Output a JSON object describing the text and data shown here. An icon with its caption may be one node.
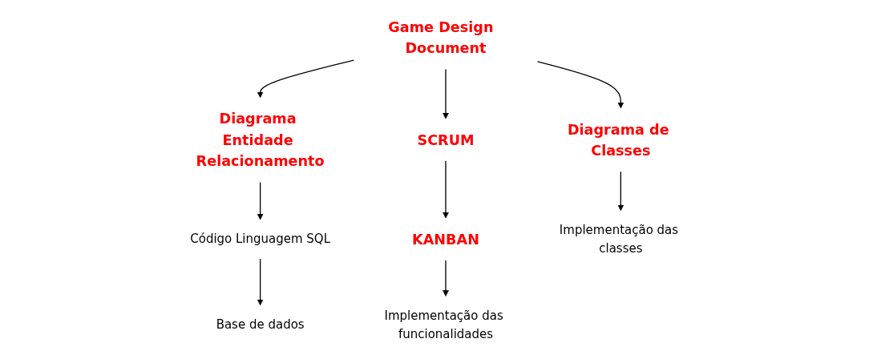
{
  "diagram": {
    "nodes": [
      {
        "text": [
          "Game Design  Document"
        ]
      },
      {
        "text": [
          "Diagrama Entidade Relacionamento"
        ]
      },
      {
        "text": [
          "SCRUM"
        ]
      },
      {
        "text": [
          "Diagrama de Classes"
        ]
      },
      {
        "text": [
          "Código Linguagem SQL"
        ]
      },
      {
        "text": [
          "Base de dados"
        ]
      },
      {
        "text": [
          "KANBAN"
        ]
      },
      {
        "text": [
          "Implementação das funcionalidades"
        ]
      },
      {
        "text": [
          "Implementação das classes"
        ]
      }
    ],
    "edges": [
      {
        "from": 0,
        "to": 1,
        "arrow": "to"
      },
      {
        "from": 0,
        "to": 2,
        "arrow": "to"
      },
      {
        "from": 0,
        "to": 3,
        "arrow": "to"
      },
      {
        "from": 1,
        "to": 4,
        "arrow": "to"
      },
      {
        "from": 4,
        "to": 5,
        "arrow": "to"
      },
      {
        "from": 2,
        "to": 6,
        "arrow": "to"
      },
      {
        "from": 6,
        "to": 7,
        "arrow": "to"
      },
      {
        "from": 3,
        "to": 8,
        "arrow": "to"
      }
    ]
  }
}
